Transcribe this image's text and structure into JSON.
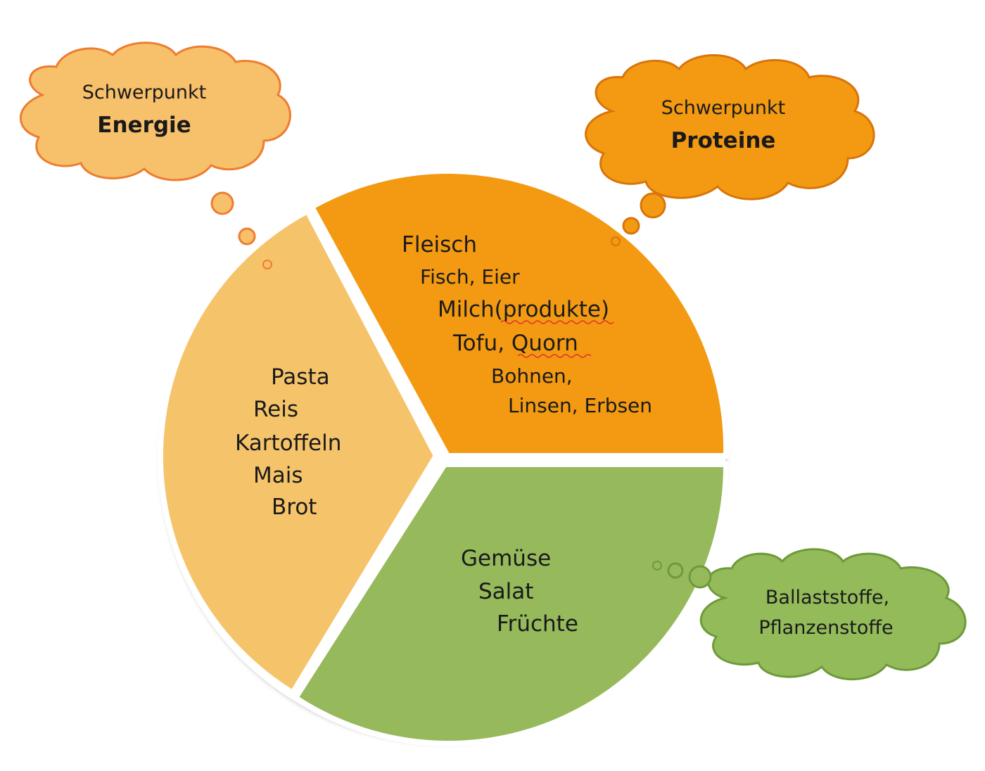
{
  "clouds": {
    "energie": {
      "line1": "Schwerpunkt",
      "line2": "Energie",
      "fill": "#F7C06A",
      "stroke": "#ED7D31"
    },
    "proteine": {
      "line1": "Schwerpunkt",
      "line2": "Proteine",
      "fill": "#F39A12",
      "stroke": "#D9740A"
    },
    "ballast": {
      "line1": "Ballaststoffe,",
      "line2": "Pflanzenstoffe",
      "fill": "#93BB5A",
      "stroke": "#6E9A3A"
    }
  },
  "segments": {
    "carbs": {
      "fill": "#F5C46A",
      "items": [
        "Pasta",
        "Reis",
        "Kartoffeln",
        "Mais",
        "Brot"
      ]
    },
    "protein": {
      "fill": "#F39A12",
      "items": [
        "Fleisch",
        "Fisch, Eier",
        "Milch(produkte)",
        "Tofu, Quorn",
        "Bohnen,",
        "Linsen, Erbsen"
      ]
    },
    "veg": {
      "fill": "#95B95B",
      "items": [
        "Gemüse",
        "Salat",
        "Früchte"
      ]
    }
  },
  "colors": {
    "segment_outline": "#ffffff",
    "spellcheck": "#e03030"
  }
}
